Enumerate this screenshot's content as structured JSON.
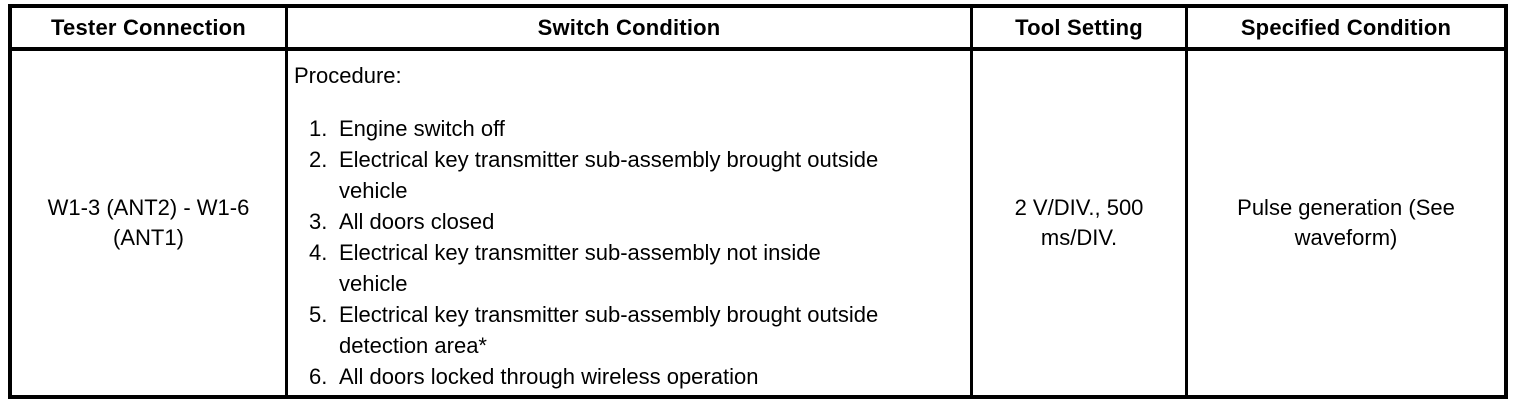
{
  "colors": {
    "border": "#000000",
    "text": "#000000",
    "background": "#ffffff"
  },
  "table": {
    "headers": [
      "Tester Connection",
      "Switch Condition",
      "Tool Setting",
      "Specified Condition"
    ],
    "row": {
      "tester_connection": "W1-3 (ANT2) - W1-6 (ANT1)",
      "procedure_label": "Procedure:",
      "steps": [
        "Engine switch off",
        "Electrical key transmitter sub-assembly brought outside vehicle",
        "All doors closed",
        "Electrical key transmitter sub-assembly not inside vehicle",
        "Electrical key transmitter sub-assembly brought outside detection area*",
        "All doors locked through wireless operation"
      ],
      "tool_setting": "2 V/DIV., 500 ms/DIV.",
      "specified_condition": "Pulse generation (See waveform)"
    }
  }
}
